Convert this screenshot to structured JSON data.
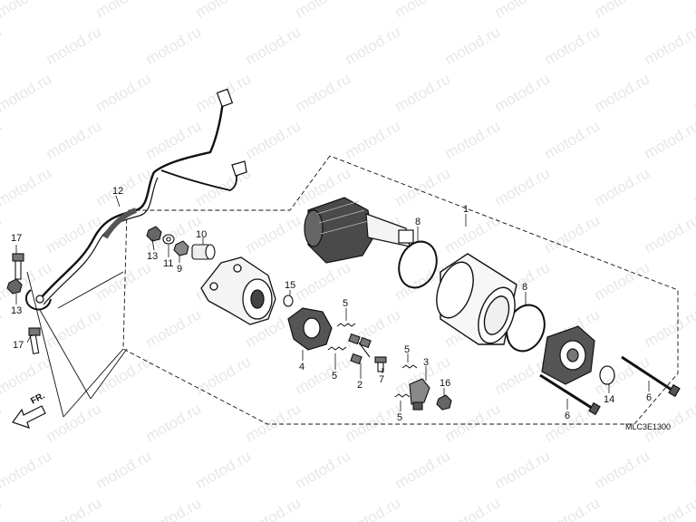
{
  "diagram": {
    "drawing_code": "MLC3E1300",
    "front_label": "FR.",
    "watermark_text": "motod.ru",
    "line_color": "#111111",
    "part_fill": "#3a3a3a",
    "callouts": [
      {
        "id": "c-1",
        "label": "1"
      },
      {
        "id": "c-2",
        "label": "2"
      },
      {
        "id": "c-3",
        "label": "3"
      },
      {
        "id": "c-4",
        "label": "4"
      },
      {
        "id": "c-5a",
        "label": "5"
      },
      {
        "id": "c-5b",
        "label": "5"
      },
      {
        "id": "c-5c",
        "label": "5"
      },
      {
        "id": "c-5d",
        "label": "5"
      },
      {
        "id": "c-6a",
        "label": "6"
      },
      {
        "id": "c-6b",
        "label": "6"
      },
      {
        "id": "c-7",
        "label": "7"
      },
      {
        "id": "c-8a",
        "label": "8"
      },
      {
        "id": "c-8b",
        "label": "8"
      },
      {
        "id": "c-9",
        "label": "9"
      },
      {
        "id": "c-10",
        "label": "10"
      },
      {
        "id": "c-11",
        "label": "11"
      },
      {
        "id": "c-12",
        "label": "12"
      },
      {
        "id": "c-13a",
        "label": "13"
      },
      {
        "id": "c-13b",
        "label": "13"
      },
      {
        "id": "c-14",
        "label": "14"
      },
      {
        "id": "c-15",
        "label": "15"
      },
      {
        "id": "c-16",
        "label": "16"
      },
      {
        "id": "c-17a",
        "label": "17"
      },
      {
        "id": "c-17b",
        "label": "17"
      }
    ]
  }
}
